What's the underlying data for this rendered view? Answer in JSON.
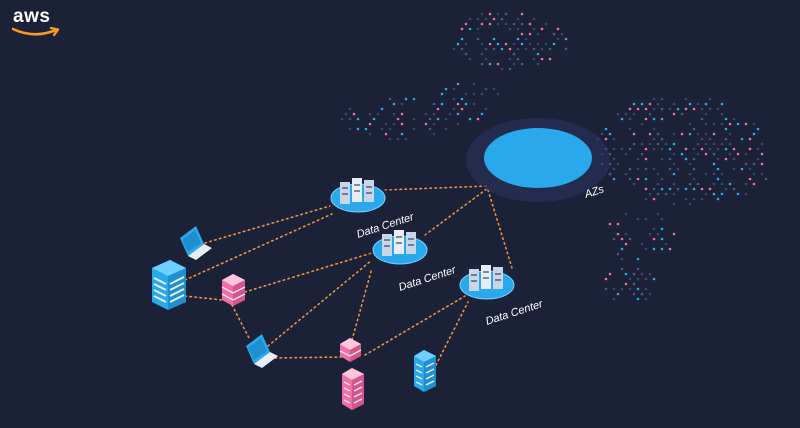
{
  "logo": {
    "text": "aws"
  },
  "labels": {
    "data_center_1": "Data Center",
    "data_center_2": "Data Center",
    "data_center_3": "Data Center",
    "azs": "AZs"
  },
  "colors": {
    "background": "#1b2136",
    "accent_blue": "#2aa8ec",
    "accent_pink": "#f06fa7",
    "connection": "#e8924a",
    "aws_smile": "#f79a23"
  }
}
